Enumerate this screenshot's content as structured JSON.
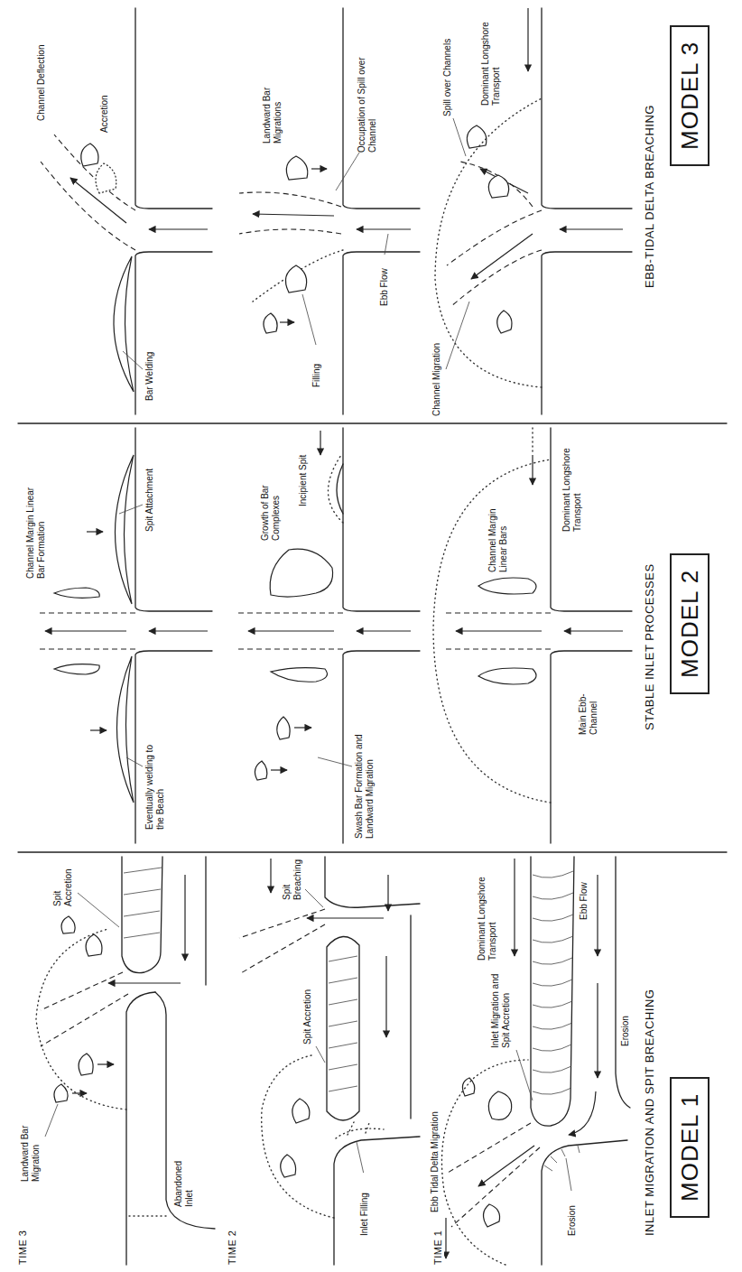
{
  "diagram": {
    "nodes": [
      {
        "text": [
          "MODEL 1"
        ]
      },
      {
        "text": [
          "MODEL 2"
        ]
      },
      {
        "text": [
          "MODEL 3"
        ]
      }
    ],
    "labels": [
      "INLET MIGRATION AND SPIT BREACHING",
      "STABLE INLET PROCESSES",
      "EBB-TIDAL DELTA BREACHING",
      "TIME 1",
      "TIME 2",
      "TIME 3",
      "Ebb Flow",
      "Erosion",
      "Dominant Longshore Transport",
      "Inlet Migration and Spit Accretion",
      "Erosion",
      "Ebb Tidal Delta Migration",
      "Spit Breaching",
      "Inlet Filling",
      "Spit Accretion",
      "Spit Accretion",
      "Abandoned Inlet",
      "Landward Bar Migration",
      "Main Ebb-Channel",
      "Channel Margin Linear Bars",
      "Dominant Longshore Transport",
      "Incipient Spit",
      "Growth of Bar Complexes",
      "Swash Bar Formation and Landward Migration",
      "Spit Attachment",
      "Channel Margin Linear Bar Formation",
      "Eventually welding to the Beach",
      "Dominant Longshore Transport",
      "Spill over Channels",
      "Channel Migration",
      "Ebb Flow",
      "Occupation of Spill over Channel",
      "Landward Bar Migrations",
      "Filling",
      "Accretion",
      "Channel Deflection",
      "Bar Welding"
    ]
  }
}
